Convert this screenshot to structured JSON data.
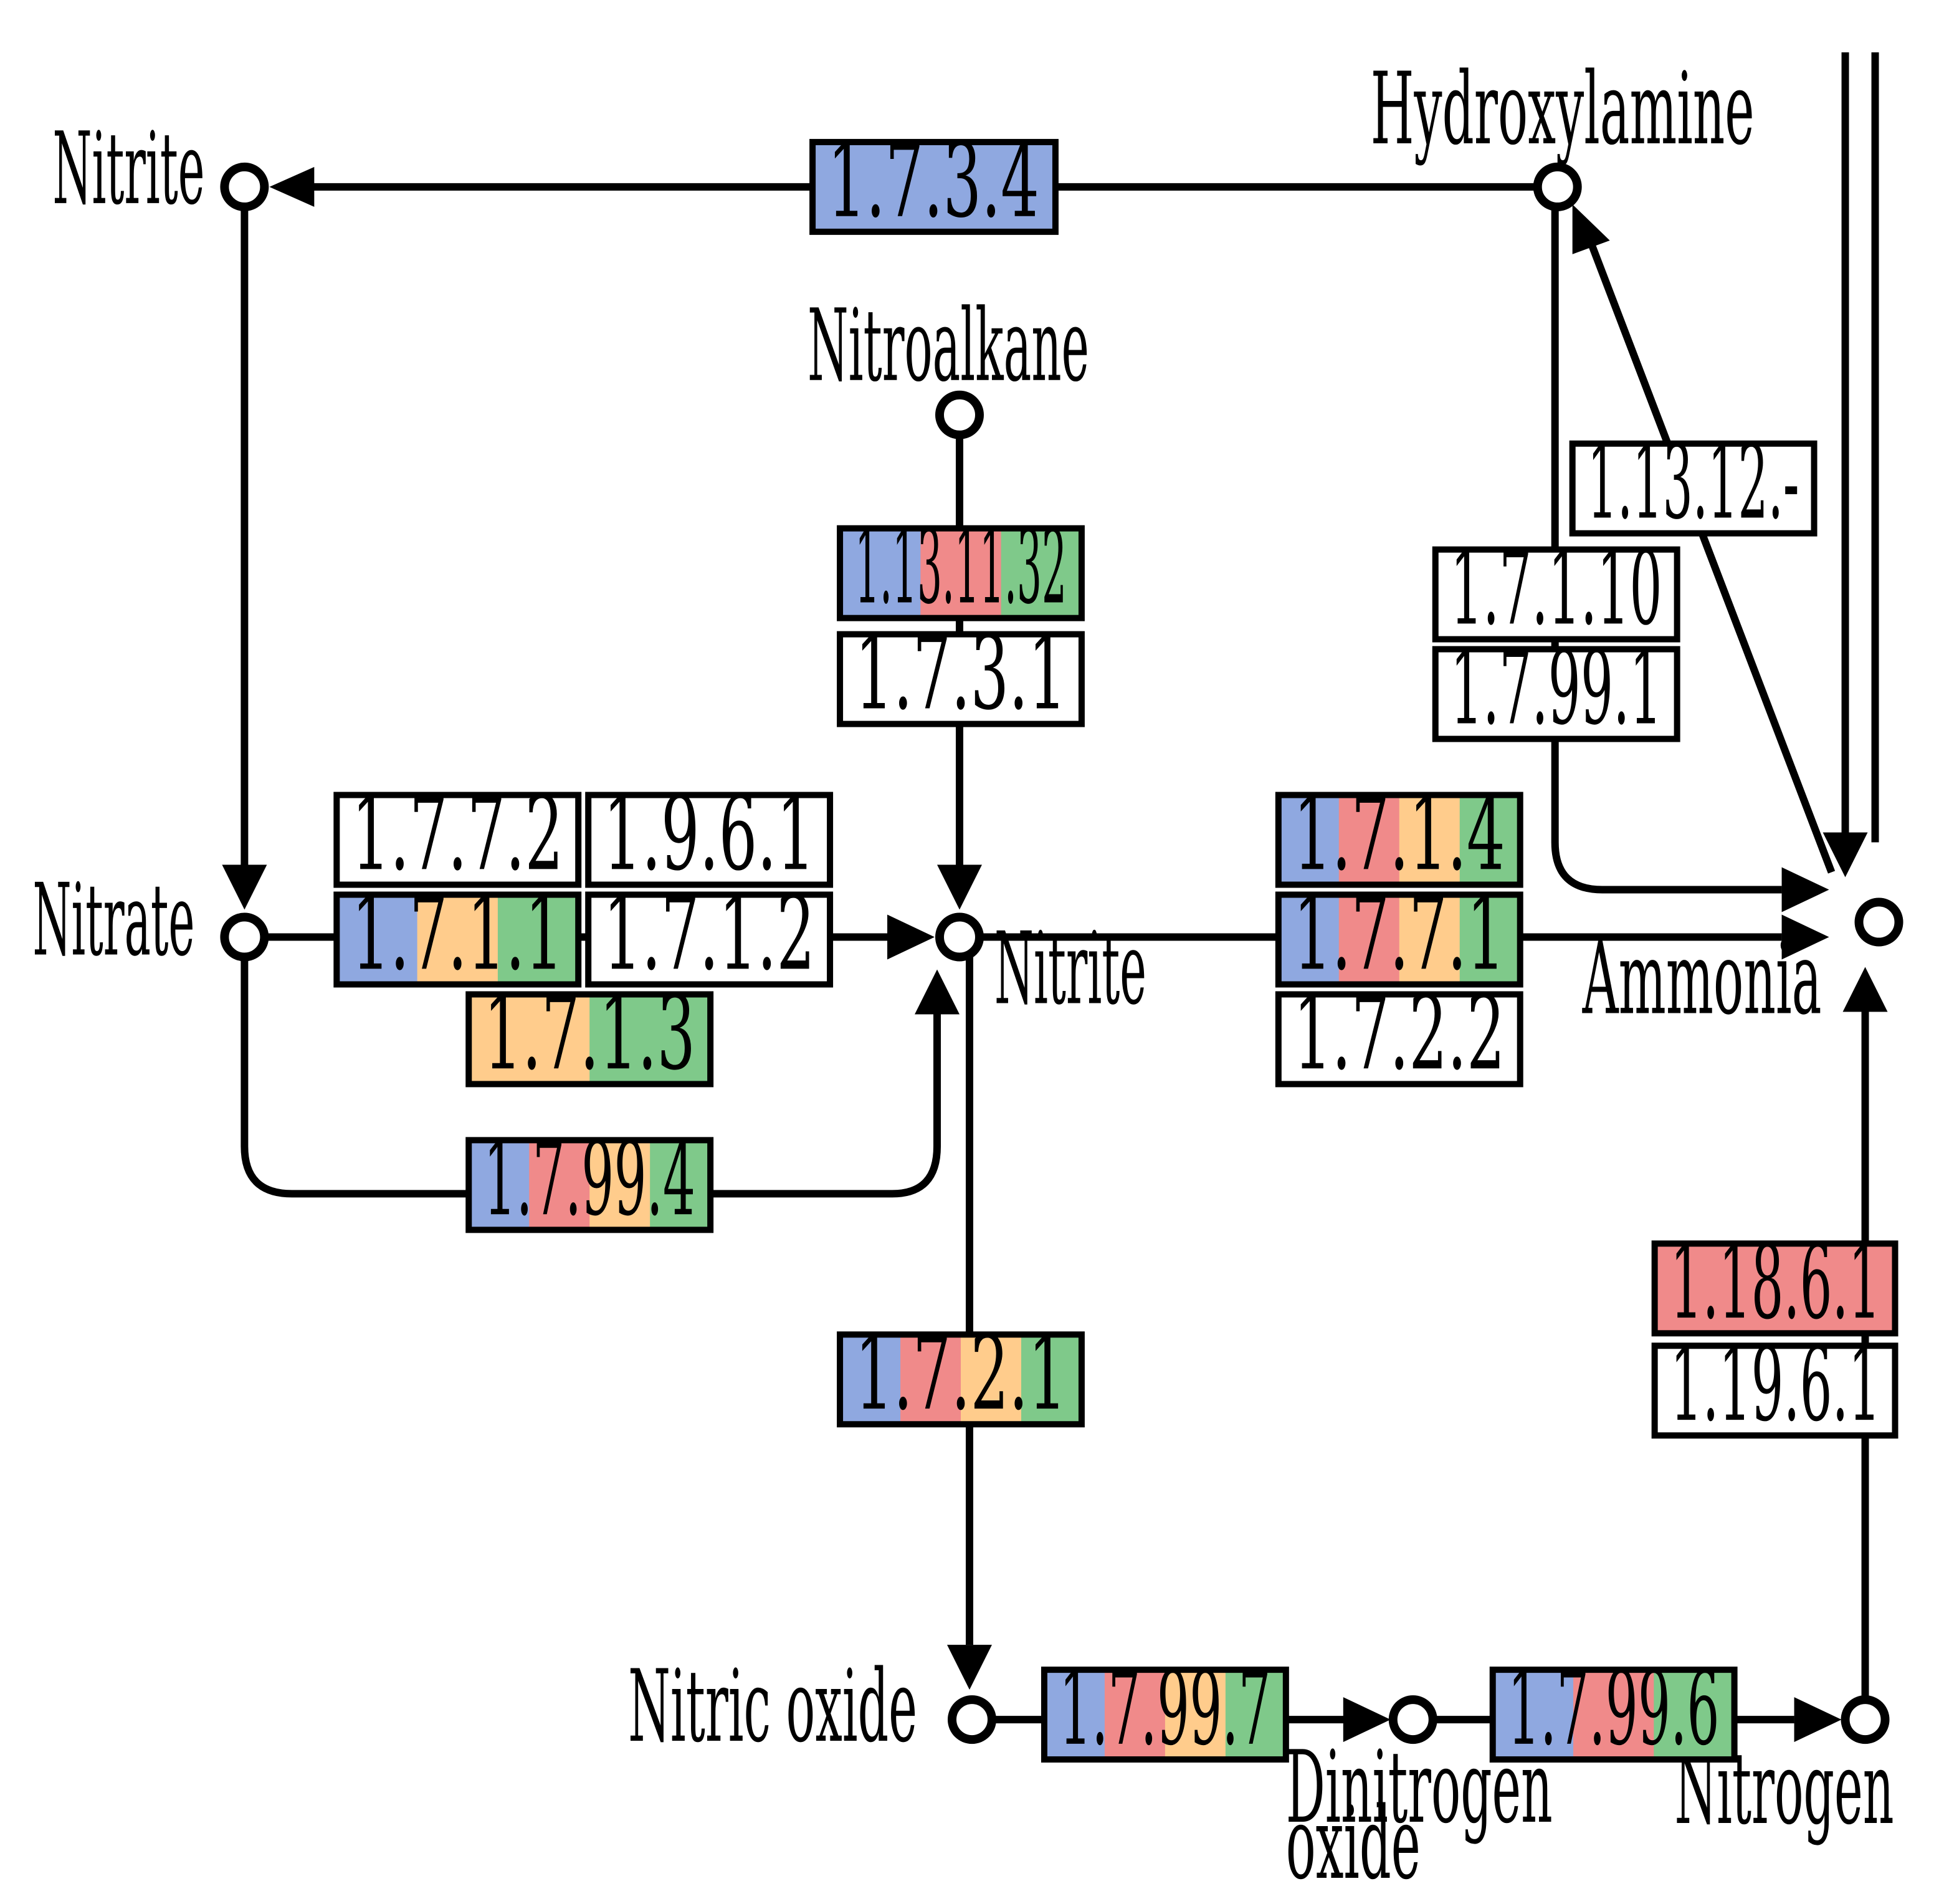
{
  "colors": {
    "blue": "#8fa8e0",
    "red": "#f08a8a",
    "orange": "#ffcc8c",
    "green": "#7fc98a",
    "white": "#ffffff"
  },
  "compounds": [
    {
      "id": "nitrite_top",
      "label": "Nitrite"
    },
    {
      "id": "hydroxylamine",
      "label": "Hydroxylamine"
    },
    {
      "id": "nitroalkane",
      "label": "Nitroalkane"
    },
    {
      "id": "nitrate",
      "label": "Nitrate"
    },
    {
      "id": "nitrite_center",
      "label": "Nitrite"
    },
    {
      "id": "ammonia",
      "label": "Ammonia"
    },
    {
      "id": "nitric_oxide",
      "label": "Nitric oxide"
    },
    {
      "id": "dinitrogen_oxide_1",
      "label": "Dinitrogen"
    },
    {
      "id": "dinitrogen_oxide_2",
      "label": "oxide"
    },
    {
      "id": "nitrogen",
      "label": "Nitrogen"
    }
  ],
  "enzymes": [
    {
      "id": "ec_1_7_3_4",
      "label": "1.7.3.4",
      "colors": [
        "blue"
      ]
    },
    {
      "id": "ec_1_13_11_32",
      "label": "1.13.11.32",
      "colors": [
        "blue",
        "red",
        "green"
      ]
    },
    {
      "id": "ec_1_7_3_1",
      "label": "1.7.3.1",
      "colors": [
        "white"
      ]
    },
    {
      "id": "ec_1_13_12",
      "label": "1.13.12.-",
      "colors": [
        "white"
      ]
    },
    {
      "id": "ec_1_7_1_10",
      "label": "1.7.1.10",
      "colors": [
        "white"
      ]
    },
    {
      "id": "ec_1_7_99_1",
      "label": "1.7.99.1",
      "colors": [
        "white"
      ]
    },
    {
      "id": "ec_1_7_7_2",
      "label": "1.7.7.2",
      "colors": [
        "white"
      ]
    },
    {
      "id": "ec_1_9_6_1",
      "label": "1.9.6.1",
      "colors": [
        "white"
      ]
    },
    {
      "id": "ec_1_7_1_1",
      "label": "1.7.1.1",
      "colors": [
        "blue",
        "orange",
        "green"
      ]
    },
    {
      "id": "ec_1_7_1_2",
      "label": "1.7.1.2",
      "colors": [
        "white"
      ]
    },
    {
      "id": "ec_1_7_1_3",
      "label": "1.7.1.3",
      "colors": [
        "orange",
        "green"
      ]
    },
    {
      "id": "ec_1_7_99_4",
      "label": "1.7.99.4",
      "colors": [
        "blue",
        "red",
        "orange",
        "green"
      ]
    },
    {
      "id": "ec_1_7_1_4",
      "label": "1.7.1.4",
      "colors": [
        "blue",
        "red",
        "orange",
        "green"
      ]
    },
    {
      "id": "ec_1_7_7_1",
      "label": "1.7.7.1",
      "colors": [
        "blue",
        "red",
        "orange",
        "green"
      ]
    },
    {
      "id": "ec_1_7_2_2",
      "label": "1.7.2.2",
      "colors": [
        "white"
      ]
    },
    {
      "id": "ec_1_7_2_1",
      "label": "1.7.2.1",
      "colors": [
        "blue",
        "red",
        "orange",
        "green"
      ]
    },
    {
      "id": "ec_1_18_6_1",
      "label": "1.18.6.1",
      "colors": [
        "red"
      ]
    },
    {
      "id": "ec_1_19_6_1",
      "label": "1.19.6.1",
      "colors": [
        "white"
      ]
    },
    {
      "id": "ec_1_7_99_7",
      "label": "1.7.99.7",
      "colors": [
        "blue",
        "red",
        "orange",
        "green"
      ]
    },
    {
      "id": "ec_1_7_99_6",
      "label": "1.7.99.6",
      "colors": [
        "blue",
        "red",
        "green"
      ]
    }
  ]
}
